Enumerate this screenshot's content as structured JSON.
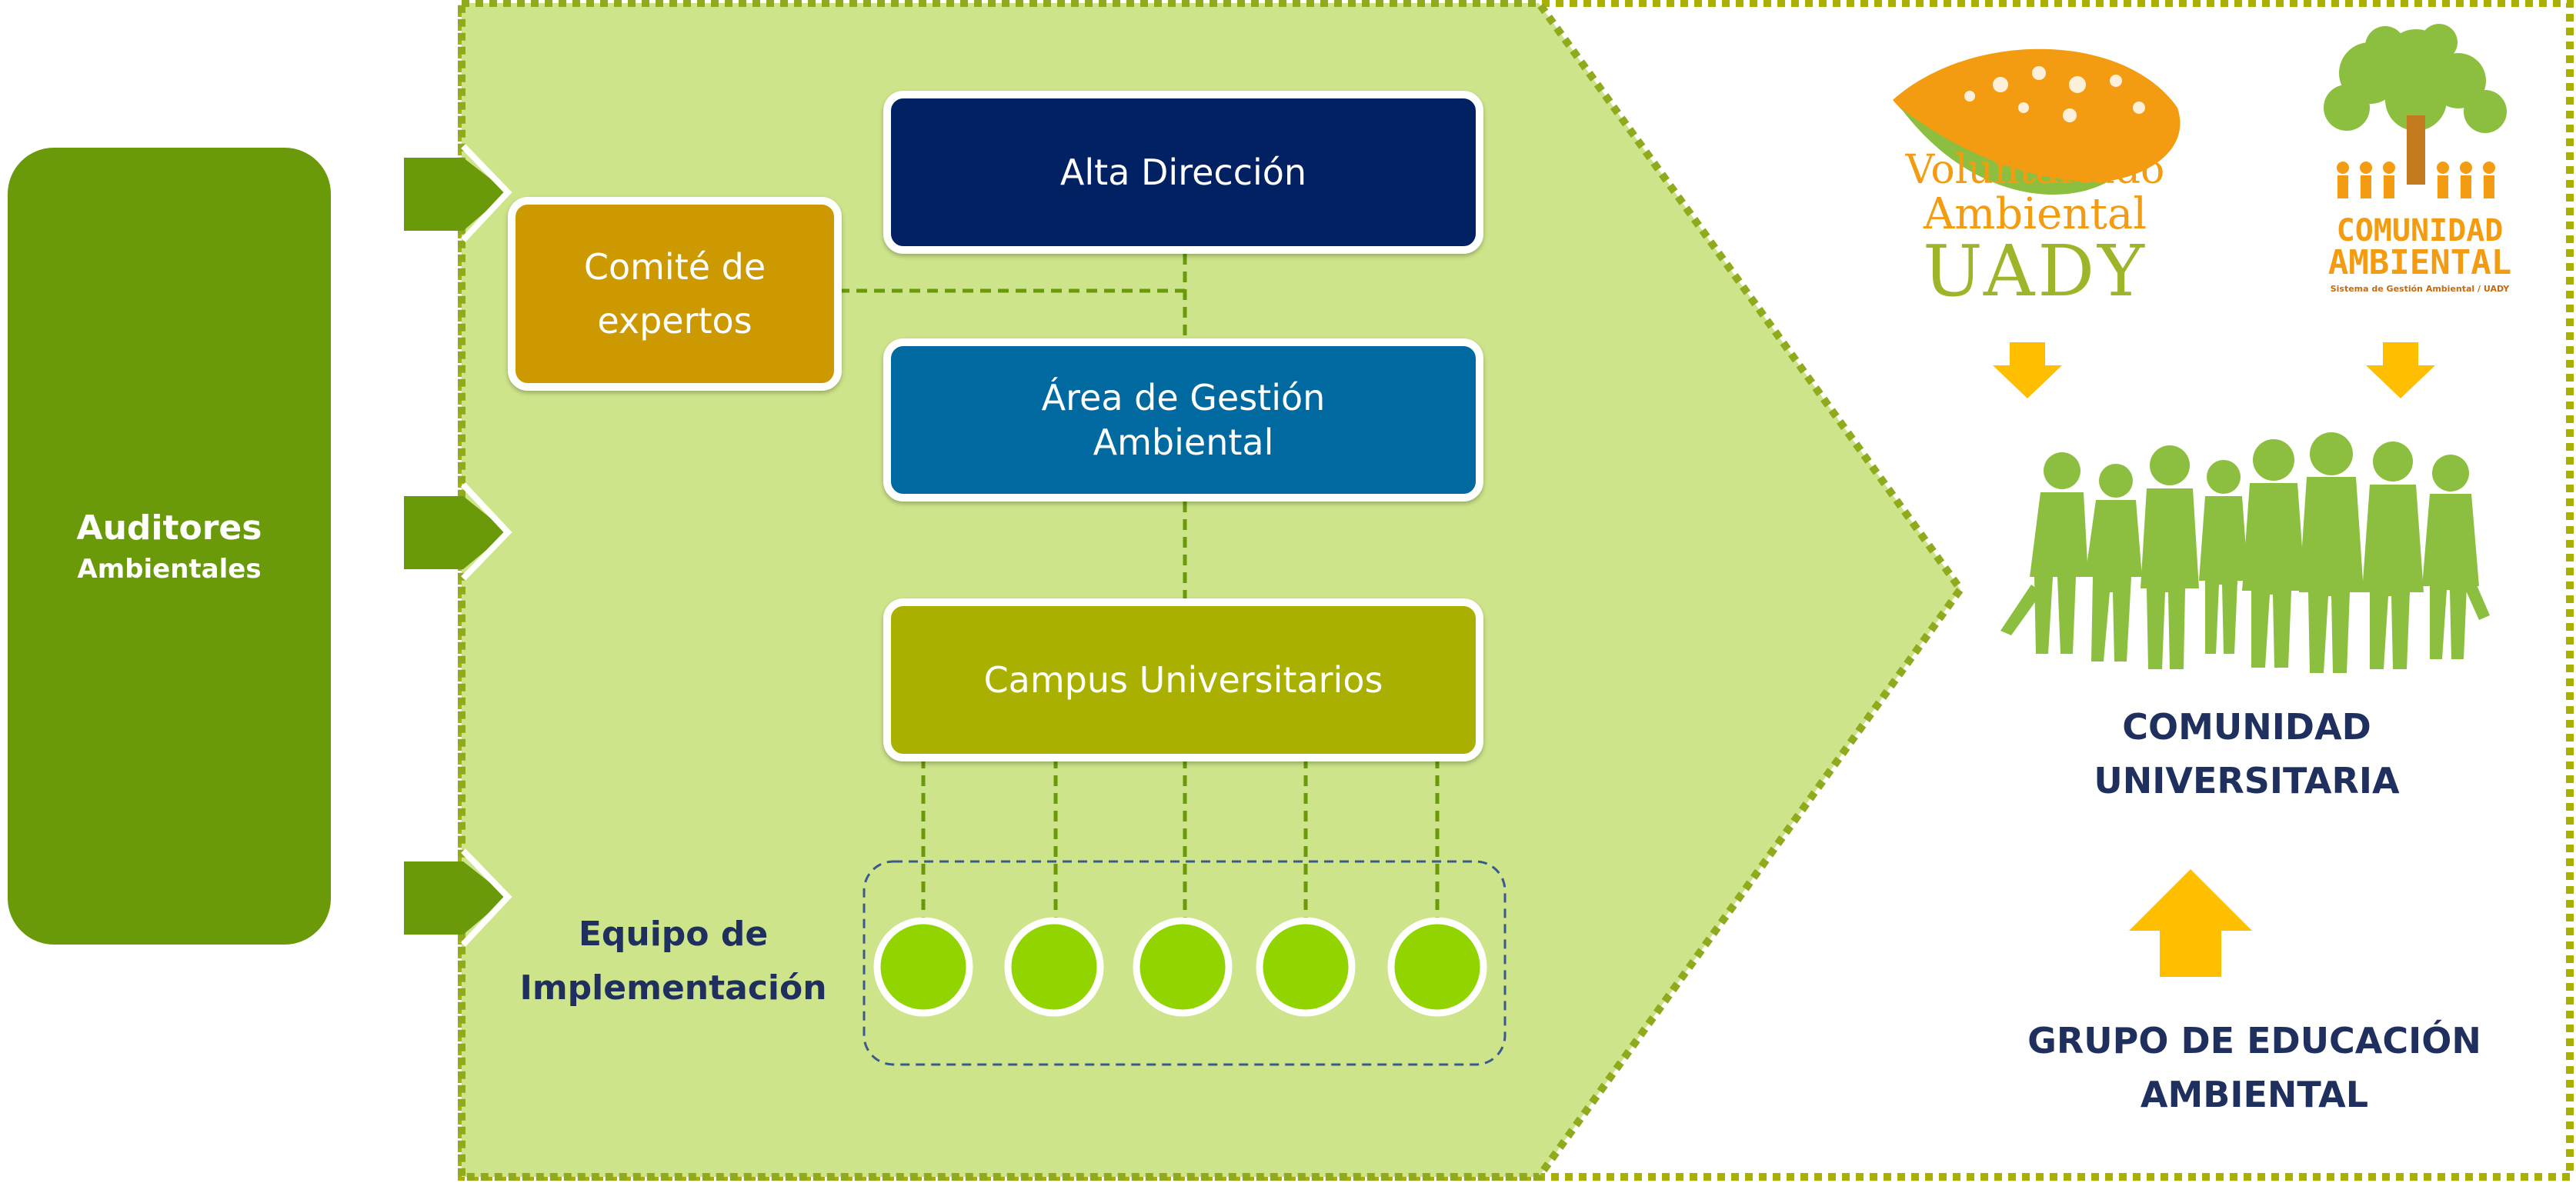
{
  "auditors": {
    "line1": "Auditores",
    "line2": "Ambientales"
  },
  "org": {
    "alta_direccion": "Alta Dirección",
    "comite": {
      "line1": "Comité de",
      "line2": "expertos"
    },
    "area_gestion": {
      "line1": "Área de Gestión",
      "line2": "Ambiental"
    },
    "campus": "Campus Universitarios",
    "equipo": {
      "line1": "Equipo de",
      "line2": "Implementación"
    }
  },
  "logos": {
    "voluntariado": {
      "line1": "Voluntariado",
      "line2": "Ambiental",
      "line3": "UADY"
    },
    "comunidad_ambiental": {
      "line1": "COMUNIDAD",
      "line2": "AMBIENTAL",
      "line3": "Sistema de Gestión Ambiental / UADY"
    }
  },
  "right": {
    "comunidad_universitaria": {
      "line1": "COMUNIDAD",
      "line2": "UNIVERSITARIA"
    },
    "grupo_educacion": {
      "line1": "GRUPO DE EDUCACIÓN",
      "line2": "AMBIENTAL"
    }
  },
  "colors": {
    "green_dark": "#6a9a0a",
    "pentagon_fill": "#cde48a",
    "navy": "#022162",
    "teal_blue": "#006aa0",
    "olive": "#a9b000",
    "gold": "#cc9900",
    "circle_green": "#92d400",
    "arrow_yellow": "#ffbf00",
    "people_green": "#8cbf3f",
    "text_navy": "#1f2f5e"
  }
}
